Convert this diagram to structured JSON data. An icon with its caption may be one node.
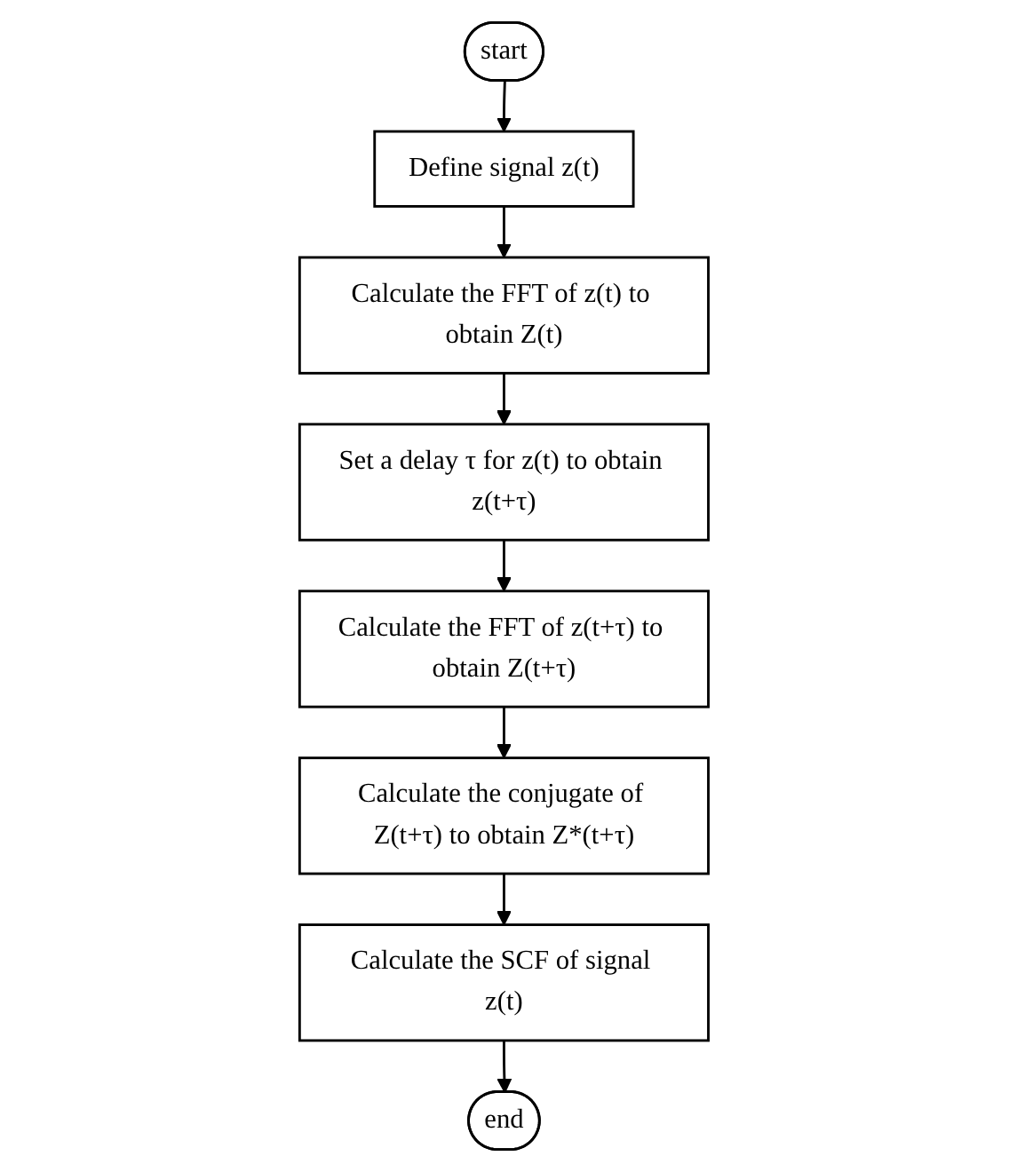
{
  "diagram": {
    "nodes": [
      {
        "text": [
          "start"
        ]
      },
      {
        "text": [
          "Define signal z(t)"
        ]
      },
      {
        "text": [
          "Calculate the FFT of z(t) to obtain Z(t)"
        ]
      },
      {
        "text": [
          "Set a delay τ for z(t) to obtain z(t+τ)"
        ]
      },
      {
        "text": [
          "Calculate the FFT of z(t+τ) to obtain Z(t+τ)"
        ]
      },
      {
        "text": [
          "Calculate the conjugate of Z(t+τ) to obtain Z*(t+τ)"
        ]
      },
      {
        "text": [
          "Calculate the SCF of signal z(t)"
        ]
      },
      {
        "text": [
          "end"
        ]
      }
    ],
    "edges": [
      {
        "from": 0,
        "to": 1,
        "arrow": "to"
      },
      {
        "from": 1,
        "to": 2,
        "arrow": "to"
      },
      {
        "from": 2,
        "to": 3,
        "arrow": "to"
      },
      {
        "from": 3,
        "to": 4,
        "arrow": "to"
      },
      {
        "from": 4,
        "to": 5,
        "arrow": "to"
      },
      {
        "from": 5,
        "to": 6,
        "arrow": "to"
      },
      {
        "from": 6,
        "to": 7,
        "arrow": "to"
      }
    ]
  }
}
